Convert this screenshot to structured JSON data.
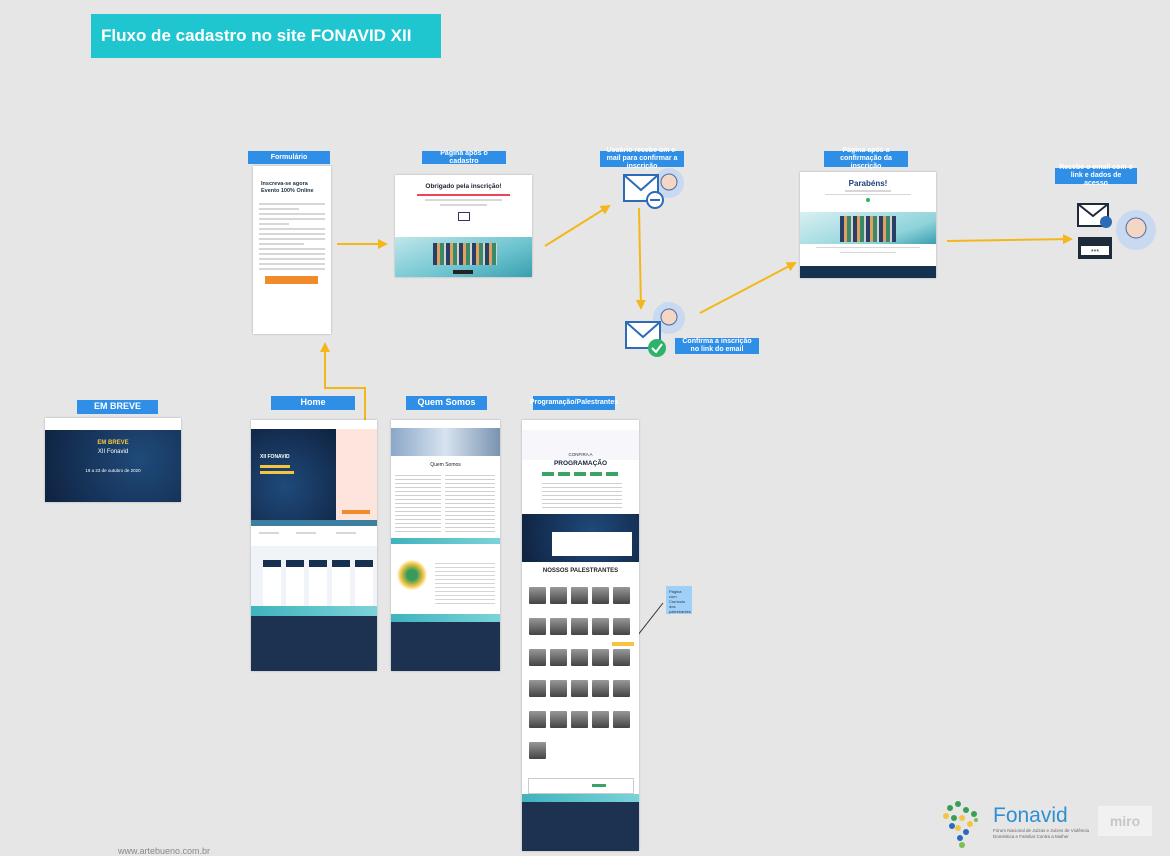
{
  "board": {
    "title": "Fluxo de cadastro no site FONAVID XII",
    "footer_url": "www.artebueno.com.br"
  },
  "flow": {
    "formulario": "Formulário",
    "pagina_apos_cadastro": "Página após o cadastro",
    "usuario_recebe_email": "Usuário recebe um e-mail para confirmar a inscrição",
    "pagina_apos_confirmacao": "Página após a confirmação da inscrição",
    "recebe_email_link": "Recebe o email com o link e dados de acesso",
    "confirma_inscricao": "Confirma a inscrição no link do email"
  },
  "pages": {
    "em_breve": "EM BREVE",
    "home": "Home",
    "quem_somos": "Quem Somos",
    "programacao": "Programação/Palestrantes"
  },
  "mockups": {
    "form_heading": "Inscreva-se agora Evento 100% Online",
    "obrigado": "Obrigado pela inscrição!",
    "parabens": "Parabéns!",
    "em_breve_title": "EM BREVE",
    "em_breve_sub": "XII Fonavid",
    "em_breve_date": "19 a 23 de outubro de 2020",
    "home_hero": "XII FONAVID",
    "quem_somos_title": "Quem Somos",
    "programacao_title": "PROGRAMAÇÃO",
    "confira_a": "CONFIRA A",
    "palestrantes_title": "NOSSOS PALESTRANTES",
    "sticky_note": "Página com Currículo dos palestrantes"
  },
  "brand": {
    "logo_text": "Fonavid",
    "logo_sub": "Fórum Nacional de Juízas e Juízes de Violência Doméstica e Familiar Contra a Mulher",
    "miro": "miro"
  },
  "colors": {
    "banner": "#1fc6d0",
    "label": "#2f8fe6",
    "arrow": "#f3b71a",
    "navy": "#13294a"
  }
}
